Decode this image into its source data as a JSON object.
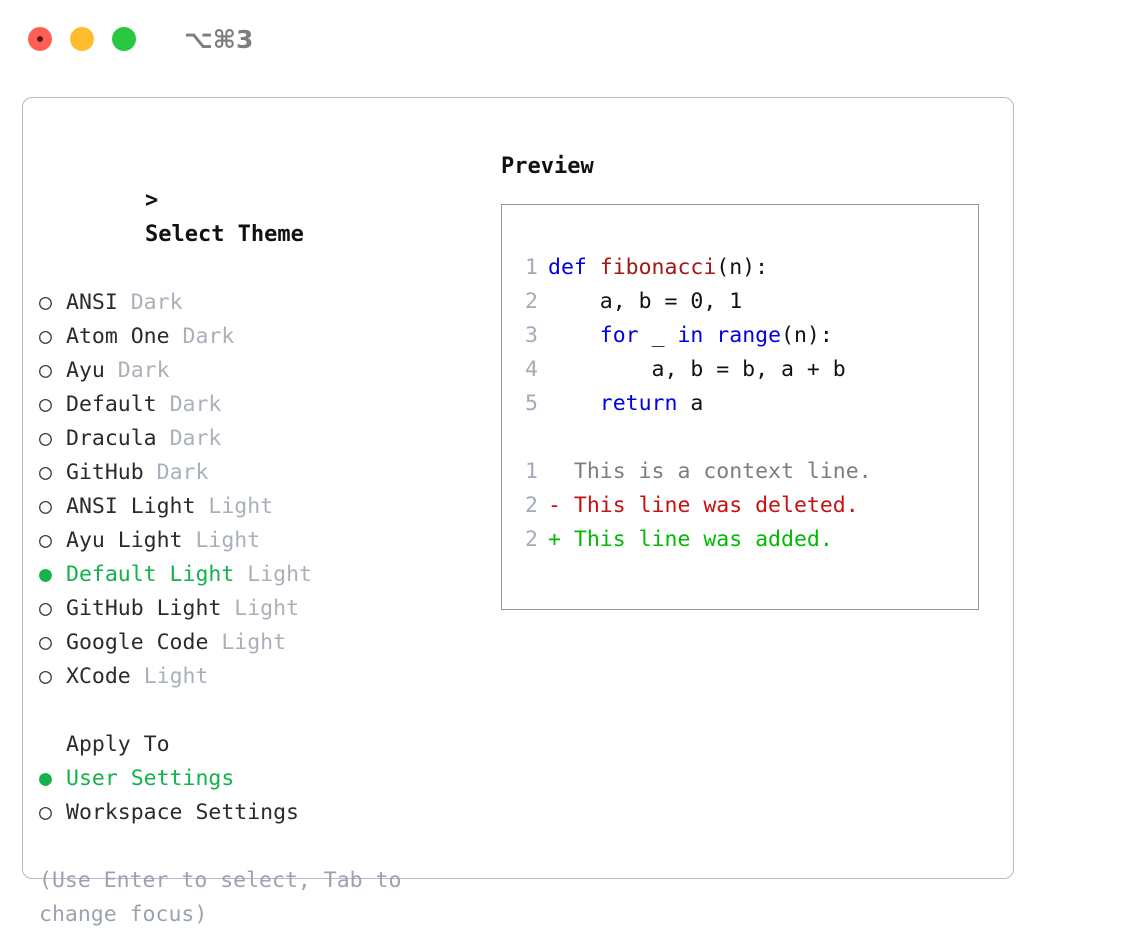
{
  "titlebar": {
    "shortcut": "⌥⌘3",
    "lights": [
      "close-button",
      "minimize-button",
      "maximize-button"
    ]
  },
  "theme_picker": {
    "header_caret": ">",
    "header": "Select Theme",
    "bullet_selected": "●",
    "bullet_unselected": "○",
    "items": [
      {
        "label": "ANSI",
        "tag": "Dark",
        "selected": false
      },
      {
        "label": "Atom One",
        "tag": "Dark",
        "selected": false
      },
      {
        "label": "Ayu",
        "tag": "Dark",
        "selected": false
      },
      {
        "label": "Default",
        "tag": "Dark",
        "selected": false
      },
      {
        "label": "Dracula",
        "tag": "Dark",
        "selected": false
      },
      {
        "label": "GitHub",
        "tag": "Dark",
        "selected": false
      },
      {
        "label": "ANSI Light",
        "tag": "Light",
        "selected": false
      },
      {
        "label": "Ayu Light",
        "tag": "Light",
        "selected": false
      },
      {
        "label": "Default Light",
        "tag": "Light",
        "selected": true
      },
      {
        "label": "GitHub Light",
        "tag": "Light",
        "selected": false
      },
      {
        "label": "Google Code",
        "tag": "Light",
        "selected": false
      },
      {
        "label": "XCode",
        "tag": "Light",
        "selected": false
      }
    ]
  },
  "apply_to": {
    "header": "Apply To",
    "items": [
      {
        "label": "User Settings",
        "selected": true
      },
      {
        "label": "Workspace Settings",
        "selected": false
      }
    ]
  },
  "hint": "(Use Enter to select, Tab to change focus)",
  "preview": {
    "title": "Preview",
    "code_lines": [
      {
        "num": "1",
        "segments": [
          {
            "t": "def ",
            "c": "kw"
          },
          {
            "t": "fibonacci",
            "c": "fn"
          },
          {
            "t": "(n):",
            "c": "code"
          }
        ]
      },
      {
        "num": "2",
        "segments": [
          {
            "t": "    a, b = 0, 1",
            "c": "code"
          }
        ]
      },
      {
        "num": "3",
        "segments": [
          {
            "t": "    ",
            "c": "code"
          },
          {
            "t": "for",
            "c": "kw"
          },
          {
            "t": " _ ",
            "c": "code"
          },
          {
            "t": "in range",
            "c": "kw"
          },
          {
            "t": "(n):",
            "c": "code"
          }
        ]
      },
      {
        "num": "4",
        "segments": [
          {
            "t": "        a, b = b, a + b",
            "c": "code"
          }
        ]
      },
      {
        "num": "5",
        "segments": [
          {
            "t": "    ",
            "c": "code"
          },
          {
            "t": "return",
            "c": "kw"
          },
          {
            "t": " a",
            "c": "code"
          }
        ]
      }
    ],
    "diff_lines": [
      {
        "num": "1",
        "kind": "diff-context",
        "text": "  This is a context line."
      },
      {
        "num": "2",
        "kind": "diff-del",
        "text": "- This line was deleted."
      },
      {
        "num": "2",
        "kind": "diff-add",
        "text": "+ This line was added."
      }
    ]
  },
  "colors": {
    "accent_green": "#13b24b",
    "keyword_blue": "#0000e0",
    "function_red": "#a01818",
    "diff_add_green": "#00bb00",
    "diff_del_red": "#c81010",
    "muted_gray": "#aab0bb",
    "panel_border": "#b4bcc8",
    "preview_border": "#8c97a8",
    "light_red": "#ff5f57",
    "light_yellow": "#febc2e",
    "light_green": "#28c840"
  }
}
